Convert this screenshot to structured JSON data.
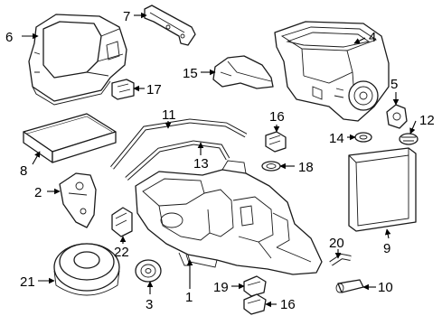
{
  "callouts": {
    "c1": "1",
    "c2": "2",
    "c3": "3",
    "c4": "4",
    "c5": "5",
    "c6": "6",
    "c7": "7",
    "c8": "8",
    "c9": "9",
    "c10": "10",
    "c11": "11",
    "c12": "12",
    "c13": "13",
    "c14": "14",
    "c15": "15",
    "c16a": "16",
    "c16b": "16",
    "c17": "17",
    "c18": "18",
    "c19": "19",
    "c20": "20",
    "c21": "21",
    "c22": "22"
  }
}
